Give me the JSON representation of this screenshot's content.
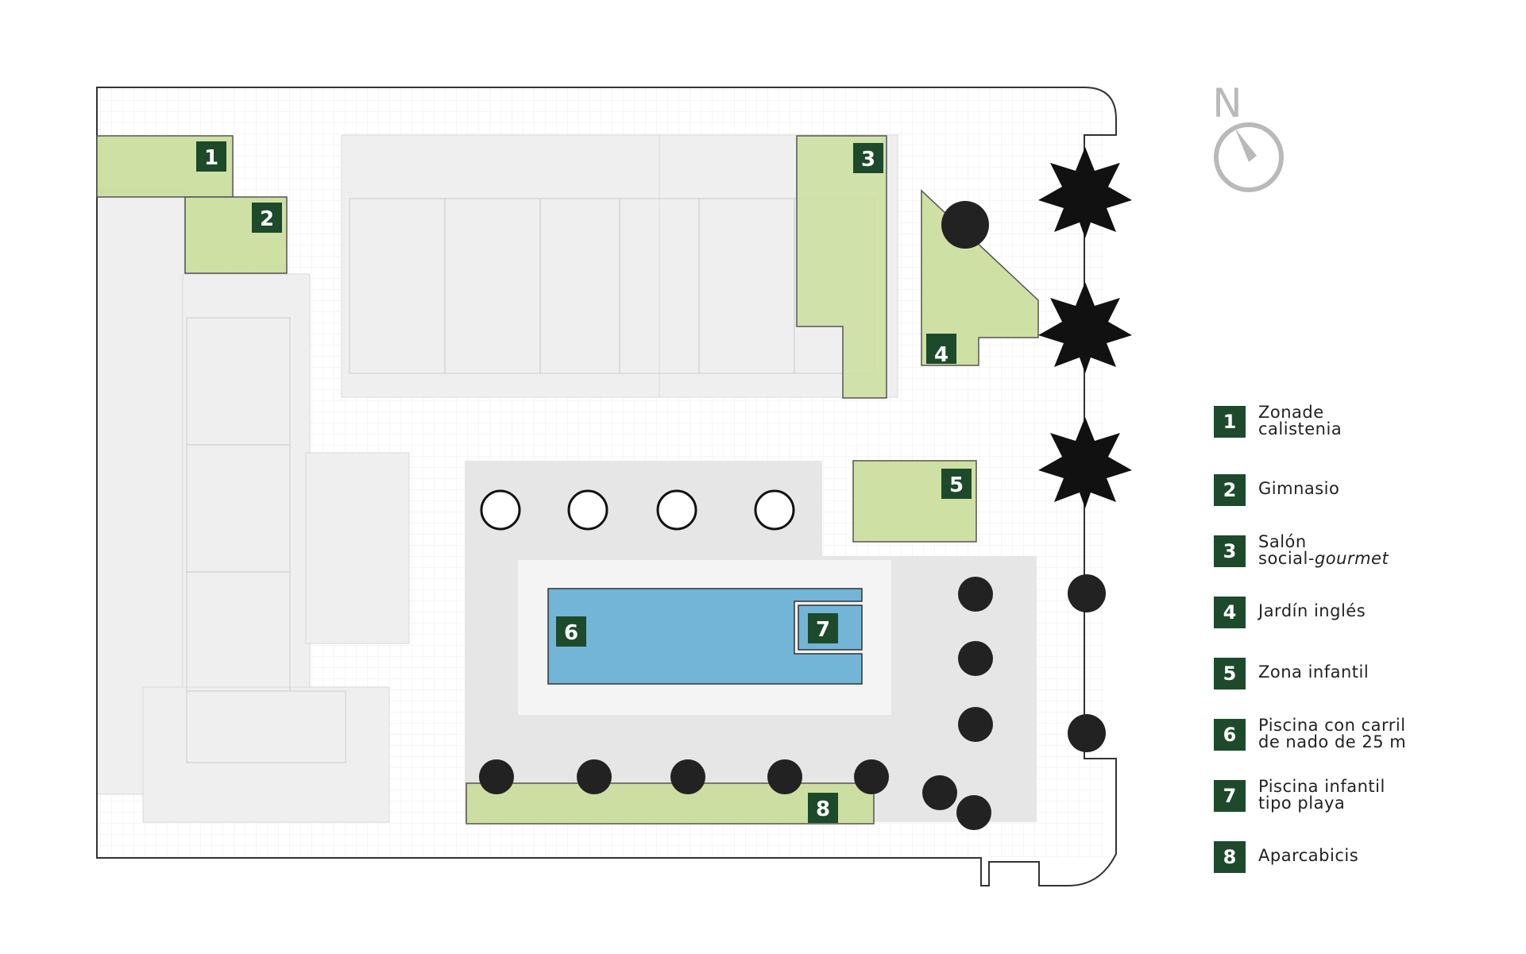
{
  "compass": {
    "letter": "N",
    "icon": "north-arrow-icon"
  },
  "colors": {
    "green_zone": "#c9dd99",
    "green_zone_stroke": "#555555",
    "badge": "#1d4a2b",
    "pool": "#72b5d6",
    "building_gray": "#eeeeee",
    "courtyard_gray": "#e2e2e2",
    "outline": "#333333"
  },
  "zones": [
    {
      "number": "1",
      "label": "Zonade\ncalistenia"
    },
    {
      "number": "2",
      "label": "Gimnasio"
    },
    {
      "number": "3",
      "label_main": "Salón\nsocial-",
      "label_italic": "gourmet"
    },
    {
      "number": "4",
      "label": "Jardín inglés"
    },
    {
      "number": "5",
      "label": "Zona infantil"
    },
    {
      "number": "6",
      "label": "Piscina con carril\nde nado de 25 m"
    },
    {
      "number": "7",
      "label": "Piscina infantil\ntipo playa"
    },
    {
      "number": "8",
      "label": "Aparcabicis"
    }
  ]
}
